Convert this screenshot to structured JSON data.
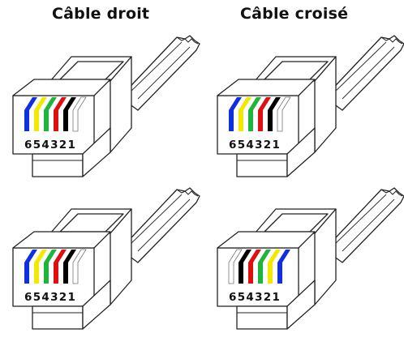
{
  "titles": {
    "left": "Câble droit",
    "right": "Câble croisé"
  },
  "pin_numbers": "654321",
  "wire_colors": {
    "blue": "#1030e0",
    "yellow": "#f2e900",
    "green": "#1fb53b",
    "red": "#e01010",
    "black": "#000000",
    "white": "#ffffff"
  },
  "plugs": [
    {
      "id": "left-top",
      "wires": [
        "blue",
        "yellow",
        "green",
        "red",
        "black",
        "white"
      ]
    },
    {
      "id": "right-top",
      "wires": [
        "blue",
        "yellow",
        "green",
        "red",
        "black",
        "white"
      ]
    },
    {
      "id": "left-bottom",
      "wires": [
        "blue",
        "yellow",
        "green",
        "red",
        "black",
        "white"
      ]
    },
    {
      "id": "right-bottom",
      "wires": [
        "white",
        "black",
        "red",
        "green",
        "yellow",
        "blue"
      ]
    }
  ]
}
